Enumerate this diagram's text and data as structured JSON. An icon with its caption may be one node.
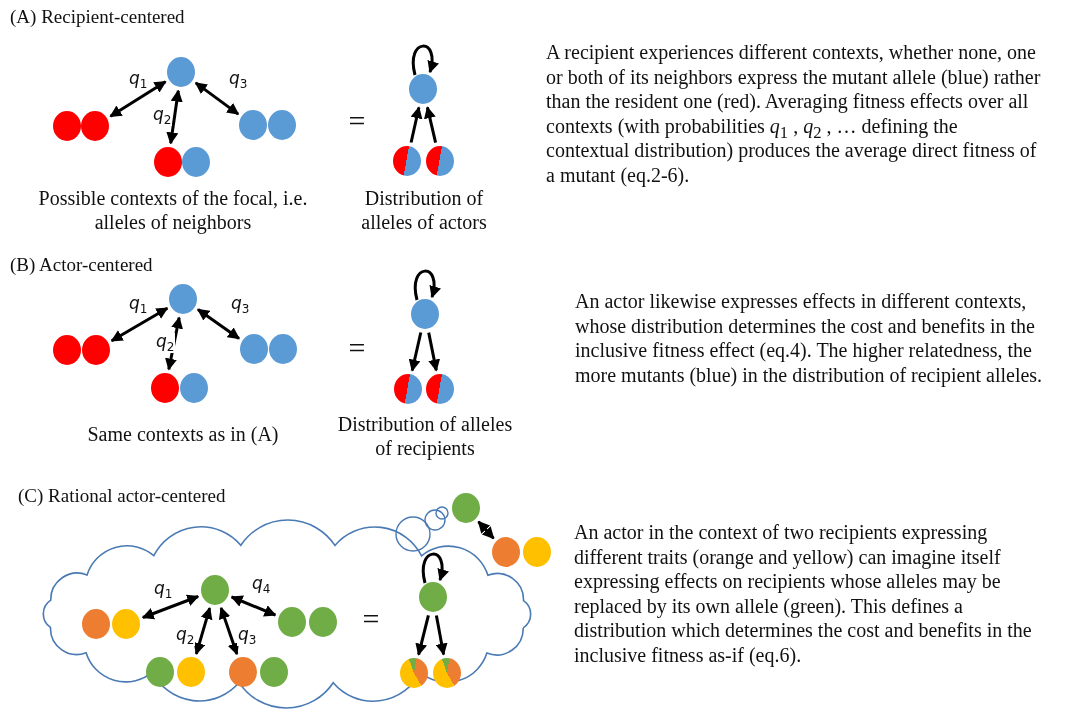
{
  "diagram": {
    "nodes": [
      {
        "text": [],
        "shape": "circle"
      },
      {
        "text": [],
        "shape": "circle"
      },
      {
        "text": [],
        "shape": "circle"
      },
      {
        "text": [],
        "shape": "circle"
      },
      {
        "text": [],
        "shape": "circle"
      },
      {
        "text": [],
        "shape": "circle"
      },
      {
        "text": [],
        "shape": "circle"
      },
      {
        "text": [],
        "shape": "circle"
      },
      {
        "text": [],
        "shape": "circle"
      },
      {
        "text": [],
        "shape": "circle"
      },
      {
        "text": [],
        "shape": "circle"
      },
      {
        "text": [],
        "shape": "circle"
      },
      {
        "text": [],
        "shape": "circle"
      },
      {
        "text": [],
        "shape": "circle"
      },
      {
        "text": [],
        "shape": "circle"
      },
      {
        "text": [],
        "shape": "circle"
      },
      {
        "text": [],
        "shape": "circle"
      },
      {
        "text": [],
        "shape": "circle"
      },
      {
        "text": [],
        "shape": "circle"
      },
      {
        "text": [],
        "shape": "circle"
      },
      {
        "text": [],
        "shape": "cloud"
      },
      {
        "text": [],
        "shape": "circle",
        "in": 20
      },
      {
        "text": [],
        "shape": "circle",
        "in": 20
      },
      {
        "text": [],
        "shape": "circle",
        "in": 20
      },
      {
        "text": [],
        "shape": "circle",
        "in": 20
      },
      {
        "text": [],
        "shape": "circle",
        "in": 20
      },
      {
        "text": [],
        "shape": "circle",
        "in": 20
      },
      {
        "text": [],
        "shape": "circle",
        "in": 20
      },
      {
        "text": [],
        "shape": "circle",
        "in": 20
      },
      {
        "text": [],
        "shape": "circle",
        "in": 20
      },
      {
        "text": [],
        "shape": "circle",
        "in": 20
      },
      {
        "text": [],
        "shape": "circle",
        "in": 20
      },
      {
        "text": [],
        "shape": "circle",
        "in": 20
      },
      {
        "text": [],
        "shape": "circle"
      },
      {
        "text": [],
        "shape": "circle"
      },
      {
        "text": [],
        "shape": "circle"
      }
    ],
    "edges": [
      {
        "from": 0,
        "to": 2,
        "arrow": "both",
        "label": "*q*$_{1}$"
      },
      {
        "from": 0,
        "to": 3,
        "arrow": "both",
        "label": "*q*$_{2}$"
      },
      {
        "from": 0,
        "to": 5,
        "arrow": "both",
        "label": "*q*$_{3}$"
      },
      {
        "from": 7,
        "to": 7,
        "arrow": "to"
      },
      {
        "from": 8,
        "to": 7,
        "arrow": "to"
      },
      {
        "from": 9,
        "to": 7,
        "arrow": "to"
      },
      {
        "from": 10,
        "to": 12,
        "arrow": "both",
        "label": "*q*$_{1}$"
      },
      {
        "from": 10,
        "to": 13,
        "arrow": "both",
        "label": "*q*$_{2}$"
      },
      {
        "from": 10,
        "to": 15,
        "arrow": "both",
        "label": "*q*$_{3}$"
      },
      {
        "from": 17,
        "to": 17,
        "arrow": "to"
      },
      {
        "from": 17,
        "to": 18,
        "arrow": "to"
      },
      {
        "from": 17,
        "to": 19,
        "arrow": "to"
      },
      {
        "from": 21,
        "to": 23,
        "arrow": "both",
        "label": "*q*$_{1}$"
      },
      {
        "from": 21,
        "to": 25,
        "arrow": "both",
        "label": "*q*$_{2}$"
      },
      {
        "from": 21,
        "to": 26,
        "arrow": "both",
        "label": "*q*$_{3}$"
      },
      {
        "from": 21,
        "to": 28,
        "arrow": "both",
        "label": "*q*$_{4}$"
      },
      {
        "from": 30,
        "to": 30,
        "arrow": "to"
      },
      {
        "from": 30,
        "to": 31,
        "arrow": "to"
      },
      {
        "from": 30,
        "to": 32,
        "arrow": "to"
      },
      {
        "from": 33,
        "to": 34,
        "arrow": "both"
      }
    ],
    "labels": [
      "(A) Recipient-centered",
      "=",
      "Possible contexts of the focal, i.e. alleles of neighbors",
      "Distribution of alleles of actors",
      "A recipient experiences different contexts, whether none, one or both of its neighbors express the mutant allele (blue) rather than the resident one (red). Averaging fitness effects over all contexts (with probabilities *q*$_{1}$ , *q*$_{2}$ , … defining the contextual distribution) produces the average direct fitness of a mutant (eq.2-6).",
      "(B) Actor-centered",
      "=",
      "Same contexts as in (A)",
      "Distribution of alleles of recipients",
      "An actor likewise expresses effects in different contexts, whose distribution determines the cost and benefits in the inclusive fitness effect (eq.4). The higher relatedness, the more mutants (blue) in the distribution of recipient alleles.",
      "(C) Rational actor-centered",
      "=",
      "An actor in the context of two recipients expressing different traits (orange and yellow) can imagine itself expressing effects on recipients whose alleles may be replaced by its own allele (green). This defines a distribution which determines the cost and benefits in the inclusive fitness as-if (eq.6)."
    ]
  }
}
